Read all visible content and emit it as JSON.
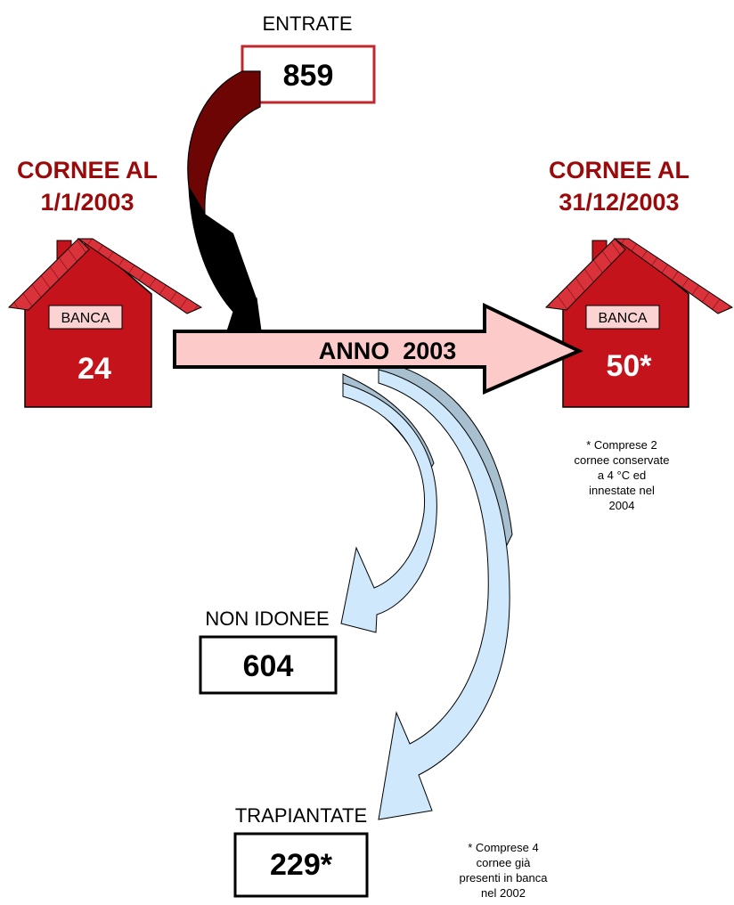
{
  "entrate": {
    "label": "ENTRATE",
    "value": "859"
  },
  "left_bank": {
    "title_line1": "CORNEE AL",
    "title_line2": "1/1/2003",
    "badge": "BANCA",
    "value": "24"
  },
  "right_bank": {
    "title_line1": "CORNEE AL",
    "title_line2": "31/12/2003",
    "badge": "BANCA",
    "value": "50*",
    "footnote": [
      "* Comprese 2",
      "cornee conservate",
      "a 4 °C ed",
      "innestate nel",
      "2004"
    ]
  },
  "year_arrow": {
    "label": "ANNO  2003"
  },
  "non_idonee": {
    "label": "NON IDONEE",
    "value": "604"
  },
  "trapiantate": {
    "label": "TRAPIANTATE",
    "value": "229*",
    "footnote": [
      "* Comprese 4",
      "cornee già",
      "presenti in banca",
      "nel 2002"
    ]
  },
  "colors": {
    "dark_red": "#9b0a0a",
    "house_red": "#c4131b",
    "roof_red": "#d9323a",
    "badge_pink": "#fbd3d3",
    "arrow_pink": "#fdcaca",
    "light_blue": "#cfe8fb",
    "steel_blue": "#a8bfcf",
    "maroon": "#6e0505"
  }
}
